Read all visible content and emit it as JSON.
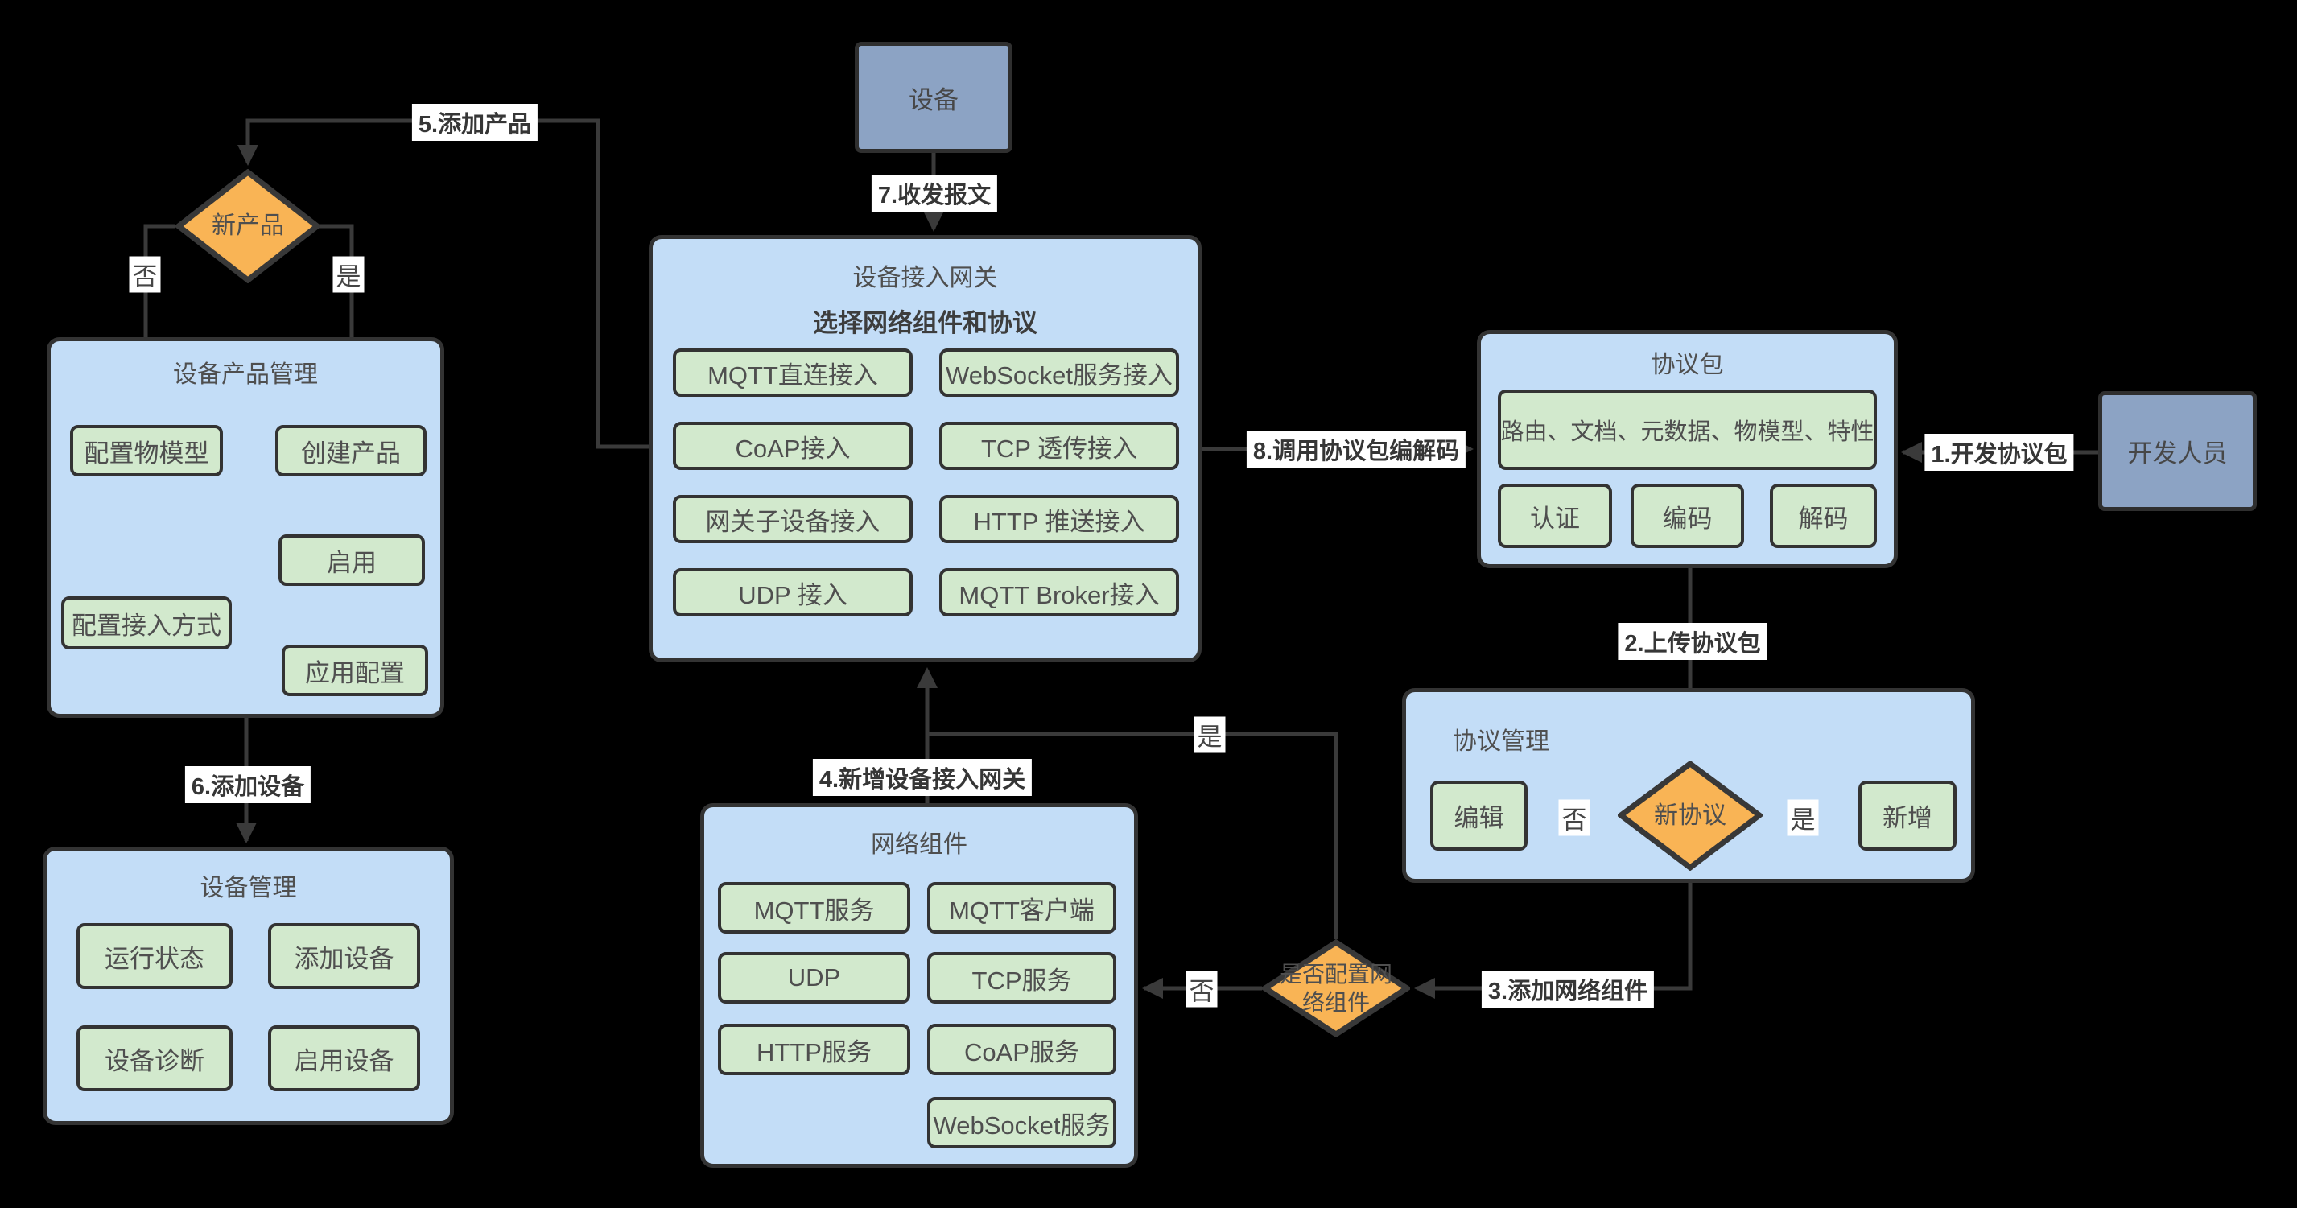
{
  "colors": {
    "background": "#000000",
    "container_fill": "#c3ddf7",
    "item_fill": "#d2e9cd",
    "actor_fill": "#8ca3c4",
    "diamond_fill": "#f9b455",
    "border": "#333333",
    "line": "#3a3a3a",
    "text": "#4f4f4f",
    "label_bg": "#ffffff",
    "label_text": "#363636"
  },
  "actors": {
    "device": "设备",
    "developer": "开发人员"
  },
  "containers": {
    "gateway": {
      "title": "设备接入网关",
      "subtitle": "选择网络组件和协议",
      "items": [
        "MQTT直连接入",
        "WebSocket服务接入",
        "CoAP接入",
        "TCP 透传接入",
        "网关子设备接入",
        "HTTP 推送接入",
        "UDP 接入",
        "MQTT Broker接入"
      ]
    },
    "product_mgmt": {
      "title": "设备产品管理",
      "items": [
        "配置物模型",
        "创建产品",
        "配置接入方式",
        "启用",
        "应用配置"
      ]
    },
    "device_mgmt": {
      "title": "设备管理",
      "items": [
        "运行状态",
        "添加设备",
        "设备诊断",
        "启用设备"
      ]
    },
    "network": {
      "title": "网络组件",
      "items": [
        "MQTT服务",
        "MQTT客户端",
        "UDP",
        "TCP服务",
        "HTTP服务",
        "CoAP服务",
        "WebSocket服务"
      ]
    },
    "protocol_pkg": {
      "title": "协议包",
      "items": [
        "路由、文档、元数据、物模型、特性",
        "认证",
        "编码",
        "解码"
      ]
    },
    "protocol_mgmt": {
      "title": "协议管理",
      "items": [
        "编辑",
        "新增"
      ]
    }
  },
  "decisions": {
    "new_product": "新产品",
    "new_protocol": "新协议",
    "config_network": "是否配置网\n络组件"
  },
  "edge_labels": {
    "step1": "1.开发协议包",
    "step2": "2.上传协议包",
    "step3": "3.添加网络组件",
    "step4": "4.新增设备接入网关",
    "step5": "5.添加产品",
    "step6": "6.添加设备",
    "step7": "7.收发报文",
    "step8": "8.调用协议包编解码",
    "yes": "是",
    "no": "否"
  }
}
